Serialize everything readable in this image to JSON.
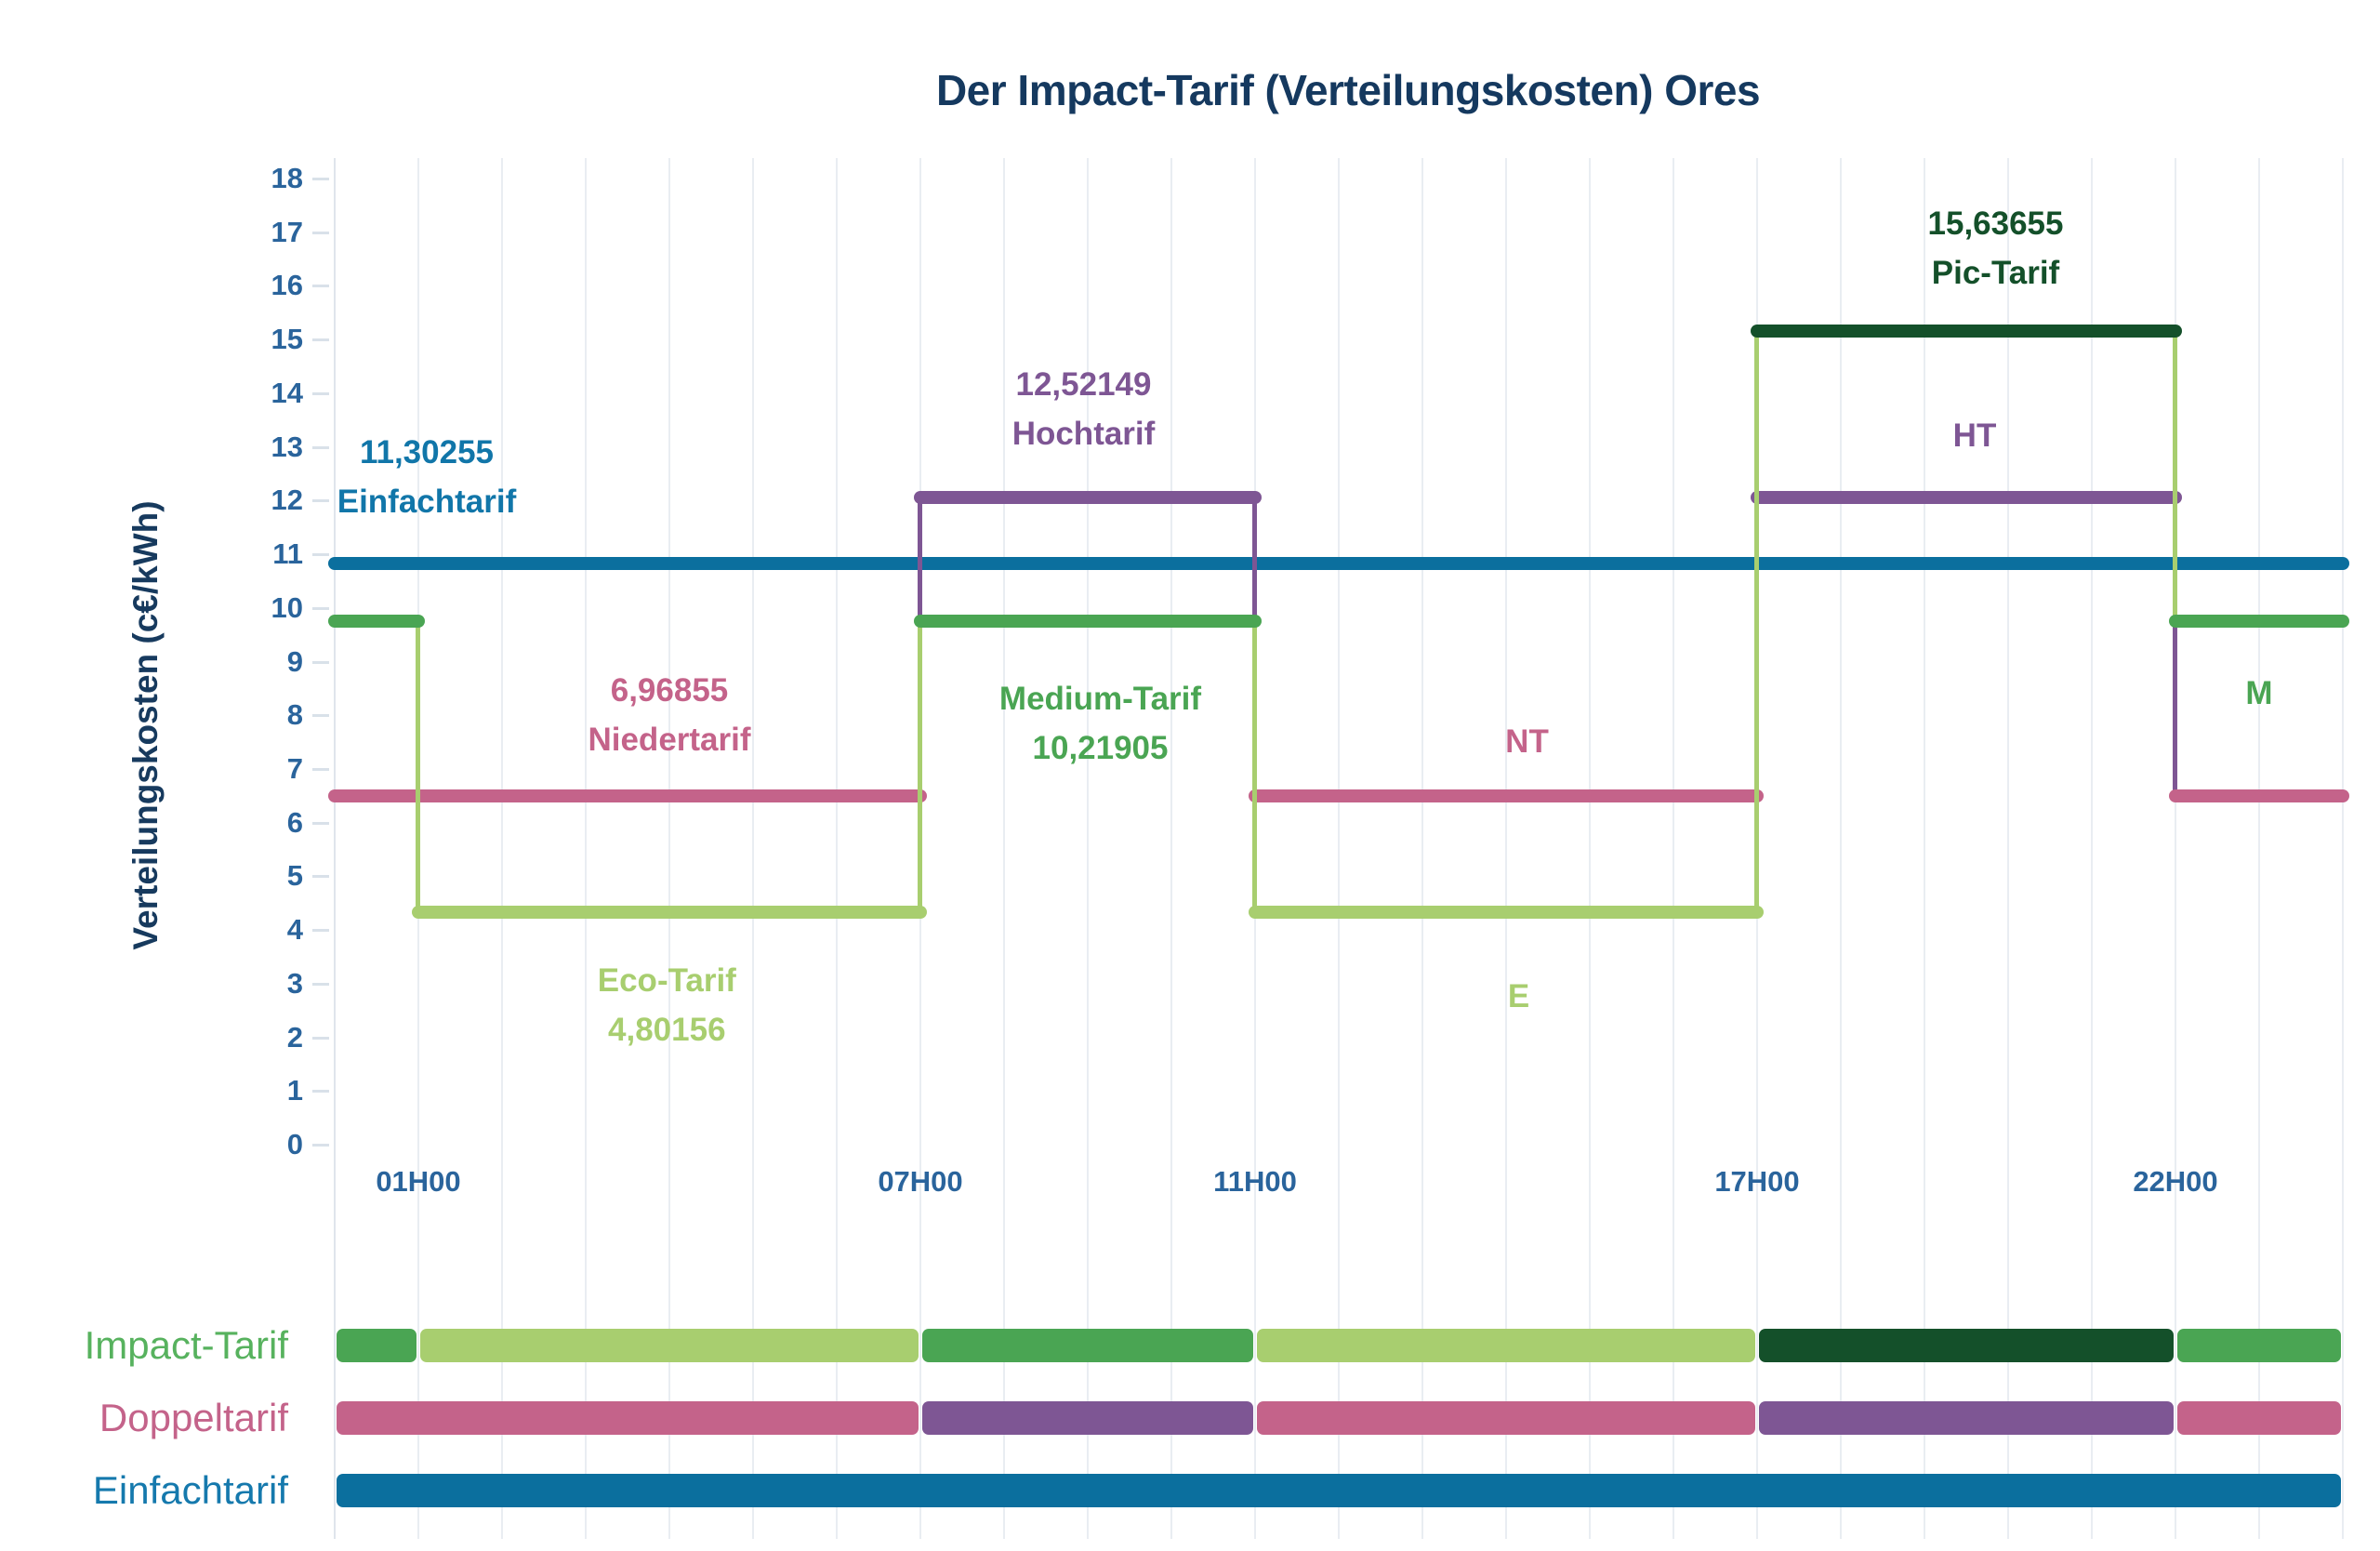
{
  "title": "Der Impact-Tarif (Verteilungskosten) Ores",
  "y_axis": {
    "title": "Verteilungskosten (c€/kWh)",
    "tick_min": 0,
    "tick_max": 18,
    "tick_step": 1
  },
  "x_axis": {
    "ticks": [
      {
        "hour": 1,
        "label": "01H00"
      },
      {
        "hour": 7,
        "label": "07H00"
      },
      {
        "hour": 11,
        "label": "11H00"
      },
      {
        "hour": 17,
        "label": "17H00"
      },
      {
        "hour": 22,
        "label": "22H00"
      }
    ]
  },
  "colors": {
    "einfach_blue": "#0b6f9e",
    "medium_green": "#4aa553",
    "eco_green": "#a8ce6f",
    "pic_green": "#14502a",
    "nieder_pink": "#c4638a",
    "hoch_purple": "#7e5694",
    "title_navy": "#15395f",
    "axis_navy": "#173a5e",
    "tick_blue": "#2a649c",
    "annotation_blue": "#1176a9",
    "legend_green": "#57b25e",
    "legend_pink": "#c4638a",
    "legend_blue": "#1579ad",
    "grid": "#e9edf2",
    "tick_mark": "#d9e1e9"
  },
  "chart_data": {
    "type": "line",
    "style": "step",
    "title": "Der Impact-Tarif (Verteilungskosten) Ores",
    "xlabel": "",
    "ylabel": "Verteilungskosten (c€/kWh)",
    "x_unit": "hour-of-day",
    "x_range": [
      0,
      24
    ],
    "ylim": [
      0,
      18
    ],
    "grid": "vertical-hourly",
    "series": [
      {
        "name": "Einfachtarif",
        "connector_color_key": "einfach_blue",
        "z": 20,
        "segments": [
          {
            "from": 0,
            "to": 24,
            "value": 11.30255,
            "tariff": "Einfachtarif",
            "color_key": "einfach_blue"
          }
        ]
      },
      {
        "name": "Doppeltarif",
        "connector_color_key": "hoch_purple",
        "z": 10,
        "segments": [
          {
            "from": 0,
            "to": 7,
            "value": 6.96855,
            "tariff": "Niedertarif",
            "color_key": "nieder_pink"
          },
          {
            "from": 7,
            "to": 11,
            "value": 12.52149,
            "tariff": "Hochtarif",
            "color_key": "hoch_purple"
          },
          {
            "from": 11,
            "to": 17,
            "value": 6.96855,
            "tariff": "Niedertarif",
            "color_key": "nieder_pink"
          },
          {
            "from": 17,
            "to": 22,
            "value": 12.52149,
            "tariff": "Hochtarif",
            "color_key": "hoch_purple"
          },
          {
            "from": 22,
            "to": 24,
            "value": 6.96855,
            "tariff": "Niedertarif",
            "color_key": "nieder_pink"
          }
        ]
      },
      {
        "name": "Impact-Tarif",
        "connector_color_key": "eco_green",
        "z": 12,
        "segments": [
          {
            "from": 0,
            "to": 1,
            "value": 10.21905,
            "tariff": "Medium-Tarif",
            "color_key": "medium_green"
          },
          {
            "from": 1,
            "to": 7,
            "value": 4.80156,
            "tariff": "Eco-Tarif",
            "color_key": "eco_green"
          },
          {
            "from": 7,
            "to": 11,
            "value": 10.21905,
            "tariff": "Medium-Tarif",
            "color_key": "medium_green"
          },
          {
            "from": 11,
            "to": 17,
            "value": 4.80156,
            "tariff": "Eco-Tarif",
            "color_key": "eco_green"
          },
          {
            "from": 17,
            "to": 22,
            "value": 15.63655,
            "tariff": "Pic-Tarif",
            "color_key": "pic_green"
          },
          {
            "from": 22,
            "to": 24,
            "value": 10.21905,
            "tariff": "Medium-Tarif",
            "color_key": "medium_green"
          }
        ]
      }
    ],
    "annotations": [
      {
        "id": "einfachtarif-label",
        "lines": [
          "11,30255",
          "Einfachtarif"
        ],
        "x_hour": 1.1,
        "y_value": 12.9,
        "color_key": "annotation_blue"
      },
      {
        "id": "niedertarif-label",
        "lines": [
          "6,96855",
          "Niedertarif"
        ],
        "x_hour": 4.0,
        "y_value": 8.47,
        "color_key": "nieder_pink"
      },
      {
        "id": "hochtarif-label",
        "lines": [
          "12,52149",
          "Hochtarif"
        ],
        "x_hour": 8.95,
        "y_value": 14.17,
        "color_key": "hoch_purple"
      },
      {
        "id": "medium-tarif-label",
        "lines": [
          "Medium-Tarif",
          "10,21905"
        ],
        "x_hour": 9.15,
        "y_value": 8.32,
        "color_key": "medium_green"
      },
      {
        "id": "eco-tarif-label",
        "lines": [
          "Eco-Tarif",
          "4,80156"
        ],
        "x_hour": 3.97,
        "y_value": 3.07,
        "color_key": "eco_green"
      },
      {
        "id": "nt-label",
        "lines": [
          "NT"
        ],
        "x_hour": 14.25,
        "y_value": 7.52,
        "color_key": "nieder_pink"
      },
      {
        "id": "e-label",
        "lines": [
          "E"
        ],
        "x_hour": 14.15,
        "y_value": 2.77,
        "color_key": "eco_green"
      },
      {
        "id": "pic-tarif-label",
        "lines": [
          "15,63655",
          "Pic-Tarif"
        ],
        "x_hour": 19.85,
        "y_value": 17.17,
        "color_key": "pic_green"
      },
      {
        "id": "ht-label",
        "lines": [
          "HT"
        ],
        "x_hour": 19.6,
        "y_value": 13.22,
        "color_key": "hoch_purple"
      },
      {
        "id": "m-label",
        "lines": [
          "M"
        ],
        "x_hour": 23.0,
        "y_value": 8.42,
        "color_key": "medium_green"
      }
    ]
  },
  "legend": {
    "rows": [
      {
        "label": "Impact-Tarif",
        "color_key": "legend_green",
        "segments": [
          {
            "from": 0,
            "to": 1,
            "color_key": "medium_green"
          },
          {
            "from": 1,
            "to": 7,
            "color_key": "eco_green"
          },
          {
            "from": 7,
            "to": 11,
            "color_key": "medium_green"
          },
          {
            "from": 11,
            "to": 17,
            "color_key": "eco_green"
          },
          {
            "from": 17,
            "to": 22,
            "color_key": "pic_green"
          },
          {
            "from": 22,
            "to": 24,
            "color_key": "medium_green"
          }
        ]
      },
      {
        "label": "Doppeltarif",
        "color_key": "legend_pink",
        "segments": [
          {
            "from": 0,
            "to": 7,
            "color_key": "nieder_pink"
          },
          {
            "from": 7,
            "to": 11,
            "color_key": "hoch_purple"
          },
          {
            "from": 11,
            "to": 17,
            "color_key": "nieder_pink"
          },
          {
            "from": 17,
            "to": 22,
            "color_key": "hoch_purple"
          },
          {
            "from": 22,
            "to": 24,
            "color_key": "nieder_pink"
          }
        ]
      },
      {
        "label": "Einfachtarif",
        "color_key": "legend_blue",
        "segments": [
          {
            "from": 0,
            "to": 24,
            "color_key": "einfach_blue"
          }
        ]
      }
    ]
  }
}
